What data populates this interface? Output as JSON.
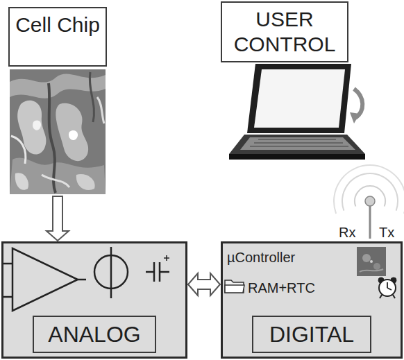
{
  "diagram": {
    "nodes": [
      {
        "text": [
          "Cell Chip"
        ]
      },
      {
        "text": [
          "USER CONTROL"
        ]
      },
      {
        "text": [
          "ANALOG"
        ]
      },
      {
        "text": [
          "µController",
          "RAM+RTC",
          "DIGITAL"
        ]
      }
    ],
    "edges": [
      {
        "from": 0,
        "to": 2,
        "arrow": "to"
      },
      {
        "from": 2,
        "to": 3,
        "arrow": "both"
      }
    ],
    "labels": [
      "Rx",
      "Tx"
    ]
  }
}
